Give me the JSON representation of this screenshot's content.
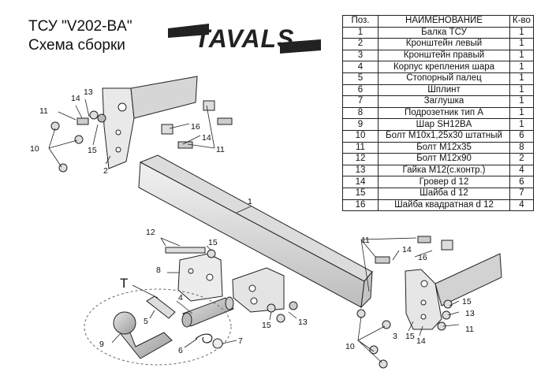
{
  "header": {
    "title": "ТСУ  \"V202-BA\"",
    "subtitle": "Схема сборки"
  },
  "logo": {
    "text": "TAVALS"
  },
  "table": {
    "headers": [
      "Поз.",
      "НАИМЕНОВАНИЕ",
      "К-во"
    ],
    "rows": [
      [
        "1",
        "Балка ТСУ",
        "1"
      ],
      [
        "2",
        "Кронштейн левый",
        "1"
      ],
      [
        "3",
        "Кронштейн правый",
        "1"
      ],
      [
        "4",
        "Корпус крепления шара",
        "1"
      ],
      [
        "5",
        "Стопорный палец",
        "1"
      ],
      [
        "6",
        "Шплинт",
        "1"
      ],
      [
        "7",
        "Заглушка",
        "1"
      ],
      [
        "8",
        "Подрозетник тип А",
        "1"
      ],
      [
        "9",
        "Шар SH12BA",
        "1"
      ],
      [
        "10",
        "Болт М10х1,25х30 штатный",
        "6"
      ],
      [
        "11",
        "Болт М12х35",
        "8"
      ],
      [
        "12",
        "Болт М12х90",
        "2"
      ],
      [
        "13",
        "Гайка М12(с.контр.)",
        "4"
      ],
      [
        "14",
        "Гровер d 12",
        "6"
      ],
      [
        "15",
        "Шайба d 12",
        "7"
      ],
      [
        "16",
        "Шайба квадратная d 12",
        "4"
      ]
    ]
  },
  "callouts": {
    "tl_13": "13",
    "tl_14": "14",
    "tl_11": "11",
    "tl_15": "15",
    "tl_10": "10",
    "tl_2": "2",
    "tc_16": "16",
    "tc_14": "14",
    "tc_11": "11",
    "beam_1": "1",
    "ml_12": "12",
    "ml_15": "15",
    "ml_8": "8",
    "bl_T": "T",
    "bl_4": "4",
    "bl_5": "5",
    "bl_9": "9",
    "bl_6": "6",
    "bl_7": "7",
    "bc_15": "15",
    "bc_13": "13",
    "r_11a": "11",
    "r_14": "14",
    "r_16": "16",
    "r_15": "15",
    "r_13": "13",
    "r_11b": "11",
    "r_3": "3",
    "r_15b": "15",
    "r_14b": "14",
    "r_10": "10"
  }
}
